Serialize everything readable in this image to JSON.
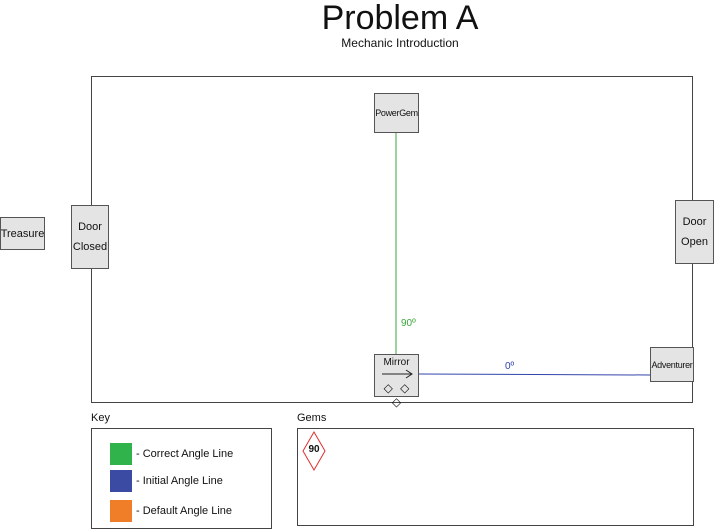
{
  "header": {
    "title": "Problem A",
    "subtitle": "Mechanic Introduction"
  },
  "room": {
    "treasure": "Treasure",
    "door_left": {
      "line1": "Door",
      "line2": "Closed",
      "state": "closed"
    },
    "door_right": {
      "line1": "Door",
      "line2": "Open",
      "state": "open"
    },
    "power_gem": "PowerGem",
    "adventurer": "Adventurer",
    "mirror": {
      "label": "Mirror",
      "arrow_icon": "right-arrow-icon",
      "gem_slots": [
        "◇",
        "◇",
        "◇"
      ]
    },
    "lines": [
      {
        "name": "correct-angle-line",
        "label": "90º",
        "color": "#3aa63a"
      },
      {
        "name": "initial-angle-line",
        "label": "0º",
        "color": "#3344aa"
      }
    ]
  },
  "key": {
    "title": "Key",
    "items": [
      {
        "label": "- Correct Angle Line",
        "color": "#2fb34a"
      },
      {
        "label": "- Initial Angle Line",
        "color": "#3b4ba3"
      },
      {
        "label": "- Default Angle Line",
        "color": "#f07d28"
      }
    ]
  },
  "gems": {
    "title": "Gems",
    "items": [
      {
        "label": "90",
        "shape": "diamond",
        "color": "#e03030"
      }
    ]
  }
}
